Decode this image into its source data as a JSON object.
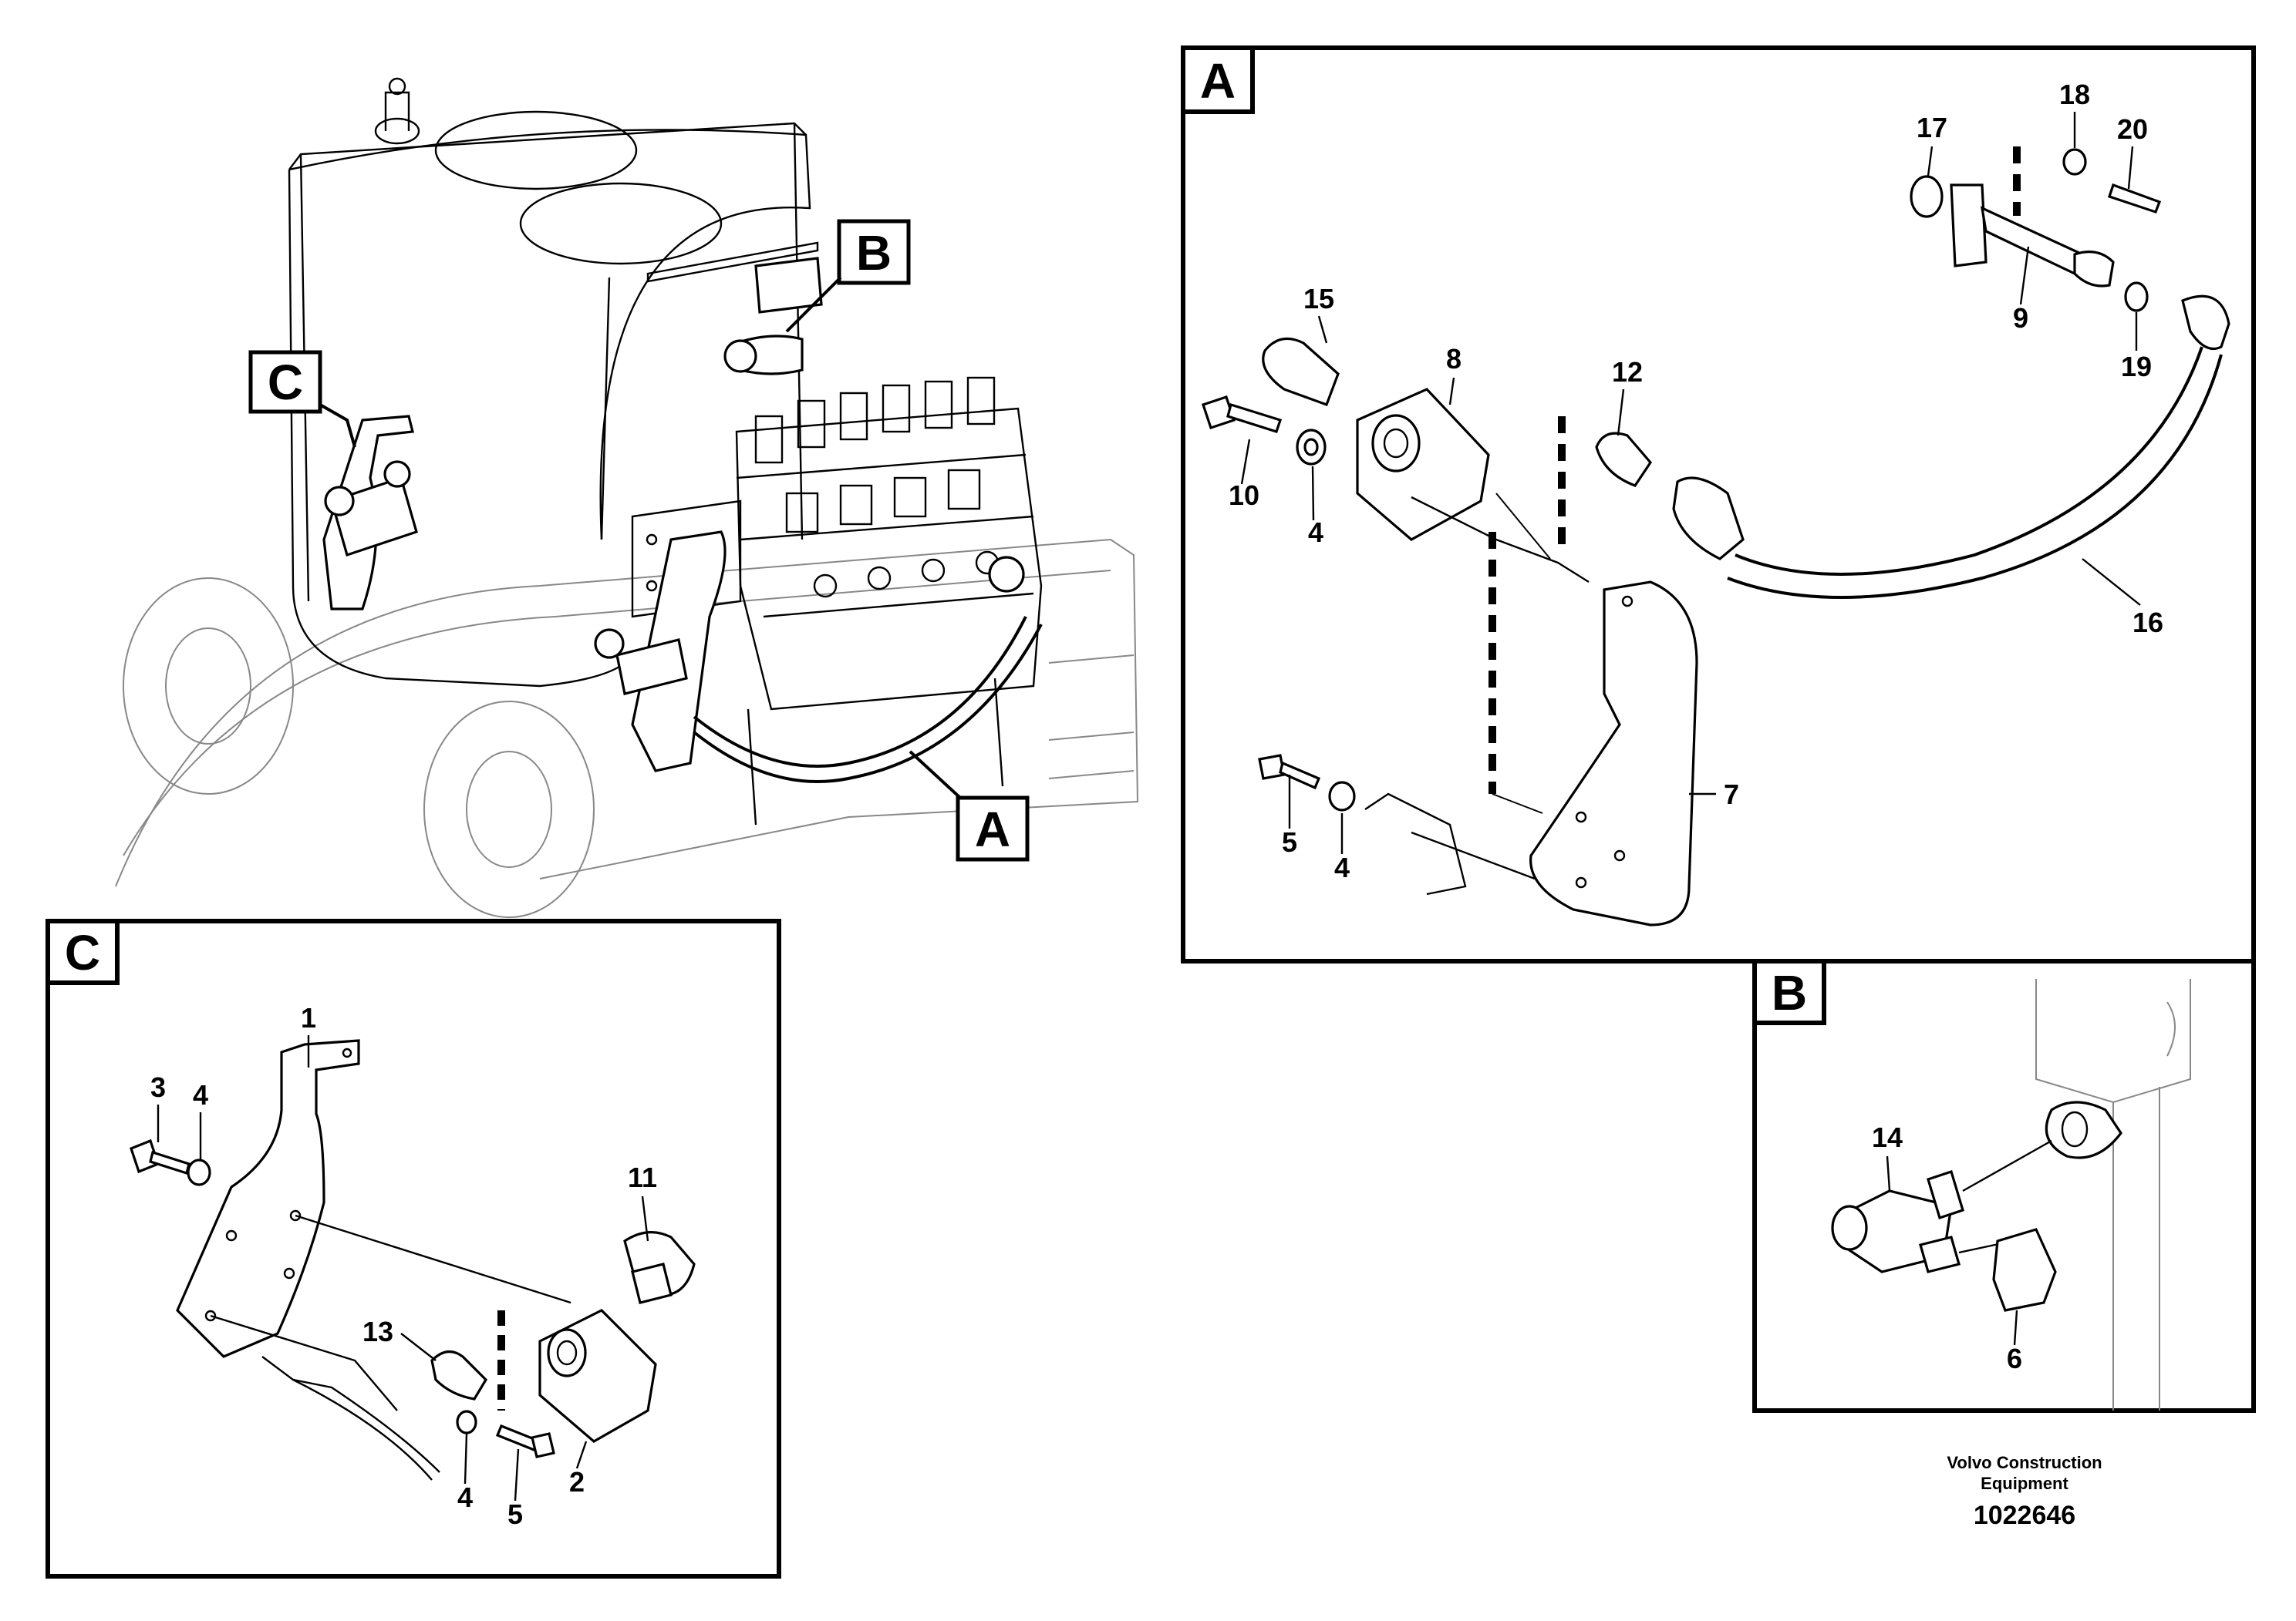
{
  "views": {
    "A": {
      "label": "A"
    },
    "B": {
      "label": "B"
    },
    "C": {
      "label": "C"
    }
  },
  "callouts": {
    "main": {
      "A": "A",
      "B": "B",
      "C": "C"
    },
    "A": {
      "p4a": "4",
      "p4b": "4",
      "p5": "5",
      "p7": "7",
      "p8": "8",
      "p9": "9",
      "p10": "10",
      "p12": "12",
      "p15": "15",
      "p16": "16",
      "p17": "17",
      "p18": "18",
      "p19": "19",
      "p20": "20"
    },
    "B": {
      "p6": "6",
      "p14": "14"
    },
    "C": {
      "p1": "1",
      "p2": "2",
      "p3": "3",
      "p4a": "4",
      "p4b": "4",
      "p5": "5",
      "p11": "11",
      "p13": "13"
    }
  },
  "footer": {
    "company_line1": "Volvo Construction",
    "company_line2": "Equipment",
    "drawing_number": "1022646"
  }
}
